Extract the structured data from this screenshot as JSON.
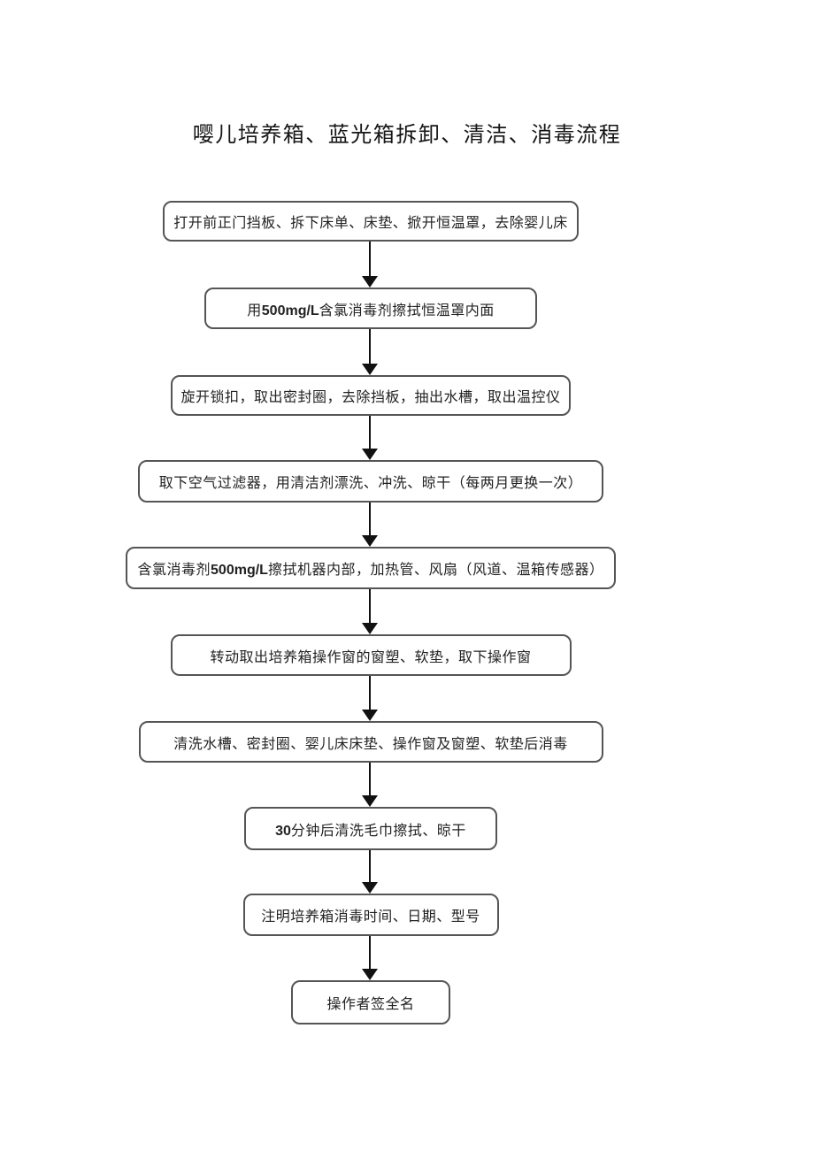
{
  "title": "嘤儿培养箱、蓝光箱拆卸、清洁、消毒流程",
  "flowchart": {
    "steps": [
      {
        "label": "打开前正门挡板、拆下床单、床垫、掀开恒温罩，去除婴儿床"
      },
      {
        "label": "用500mg/L含氯消毒剂擦拭恒温罩内面"
      },
      {
        "label": "旋开锁扣，取出密封圈，去除挡板，抽出水槽，取出温控仪"
      },
      {
        "label": "取下空气过滤器，用清洁剂漂洗、冲洗、晾干（每两月更换一次）"
      },
      {
        "label": "含氯消毒剂500mg/L擦拭机器内部，加热管、风扇（风道、温箱传感器）"
      },
      {
        "label": "转动取出培养箱操作窗的窗塑、软垫，取下操作窗"
      },
      {
        "label": "清洗水槽、密封圈、婴儿床床垫、操作窗及窗塑、软垫后消毒"
      },
      {
        "label": "30分钟后清洗毛巾擦拭、晾干"
      },
      {
        "label": "注明培养箱消毒时间、日期、型号"
      },
      {
        "label": "操作者签全名"
      }
    ],
    "colors": {
      "box_border": "#555555",
      "box_fill": "#ffffff",
      "text": "#222222",
      "arrow": "#111111"
    }
  }
}
